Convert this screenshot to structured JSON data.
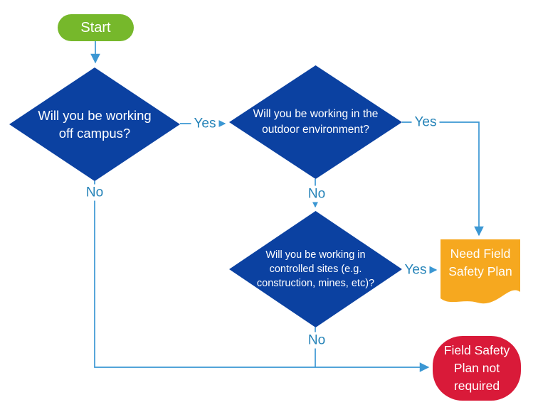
{
  "diagram": {
    "title": "Field Safety Plan decision flowchart",
    "colors": {
      "start_green": "#76b82b",
      "diamond_blue": "#0b41a1",
      "document_orange": "#f6a81f",
      "terminator_red": "#d91a39",
      "connector_blue": "#3b97d3",
      "edge_label_blue": "#2583b8",
      "shape_text": "#ffffff"
    },
    "nodes": {
      "start": {
        "label": "Start"
      },
      "q_off_campus": {
        "lines": [
          "Will you be working",
          "off campus?"
        ]
      },
      "q_outdoor": {
        "lines": [
          "Will you be working in the",
          "outdoor environment?"
        ]
      },
      "q_controlled_sites": {
        "lines": [
          "Will you be working in",
          "controlled sites (e.g.",
          "construction, mines, etc)?"
        ]
      },
      "need_plan": {
        "lines": [
          "Need Field",
          "Safety Plan"
        ]
      },
      "plan_not_required": {
        "lines": [
          "Field Safety",
          "Plan not",
          "required"
        ]
      }
    },
    "edge_labels": {
      "yes_off_campus": "Yes",
      "yes_outdoor": "Yes",
      "yes_controlled": "Yes",
      "no_off_campus": "No",
      "no_outdoor": "No",
      "no_controlled": "No"
    }
  }
}
